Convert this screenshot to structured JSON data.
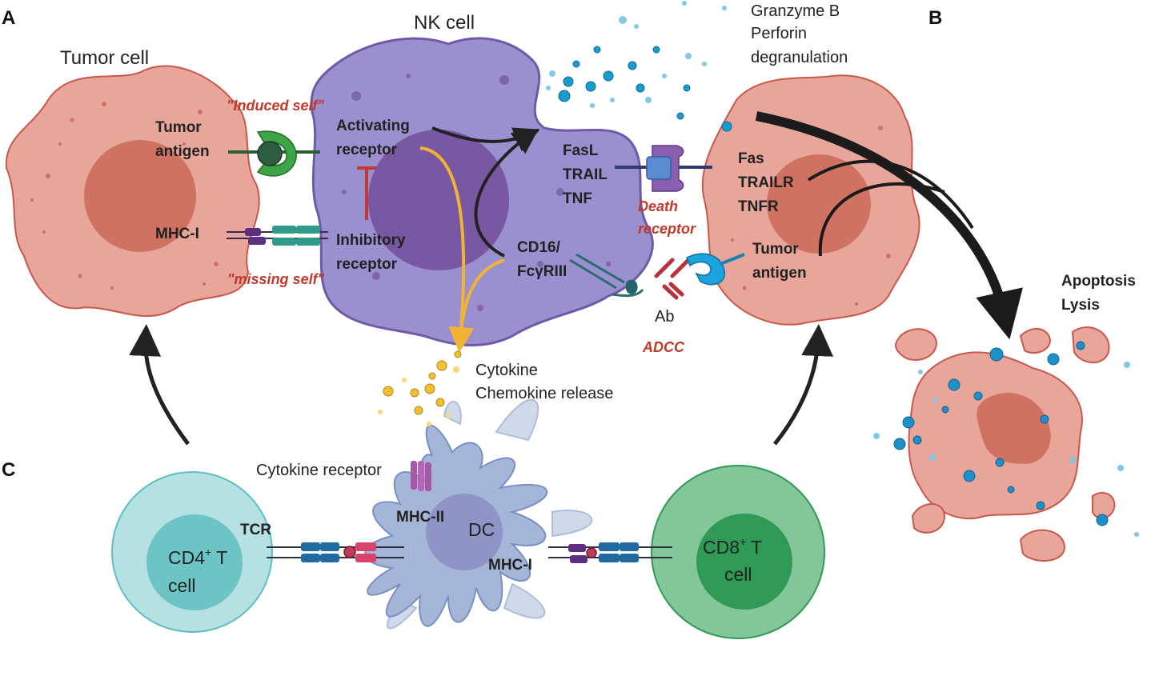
{
  "panels": {
    "a": "A",
    "b": "B",
    "c": "C"
  },
  "labels": {
    "tumor_cell": "Tumor cell",
    "nk_cell": "NK cell",
    "granzyme": "Granzyme B",
    "perforin": "Perforin",
    "degranulation": "degranulation",
    "tumor_antigen_1": "Tumor",
    "tumor_antigen_2": "antigen",
    "mhc_i": "MHC-I",
    "induced_self": "\"Induced self\"",
    "missing_self": "\"missing self\"",
    "activating_1": "Activating",
    "activating_2": "receptor",
    "inhibitory_1": "Inhibitory",
    "inhibitory_2": "receptor",
    "fasl": "FasL",
    "trail": "TRAIL",
    "tnf": "TNF",
    "death_1": "Death",
    "death_2": "receptor",
    "cd16_1": "CD16/",
    "cd16_2": "FcγRIII",
    "fas": "Fas",
    "trailr": "TRAILR",
    "tnfr": "TNFR",
    "tumor2_1": "Tumor",
    "tumor2_2": "antigen",
    "ab": "Ab",
    "adcc": "ADCC",
    "apoptosis": "Apoptosis",
    "lysis": "Lysis",
    "cytokine": "Cytokine",
    "chemokine": "Chemokine release",
    "cytokine_receptor": "Cytokine receptor",
    "tcr": "TCR",
    "mhc_ii": "MHC-II",
    "dc": "DC",
    "mhc_i_dc": "MHC-I",
    "cd4_pre": "CD4",
    "cd4_sup": "+",
    "cd4_post": " T",
    "cd4_cell": "cell",
    "cd8_pre": "CD8",
    "cd8_sup": "+",
    "cd8_post": " T",
    "cd8_cell": "cell"
  }
}
